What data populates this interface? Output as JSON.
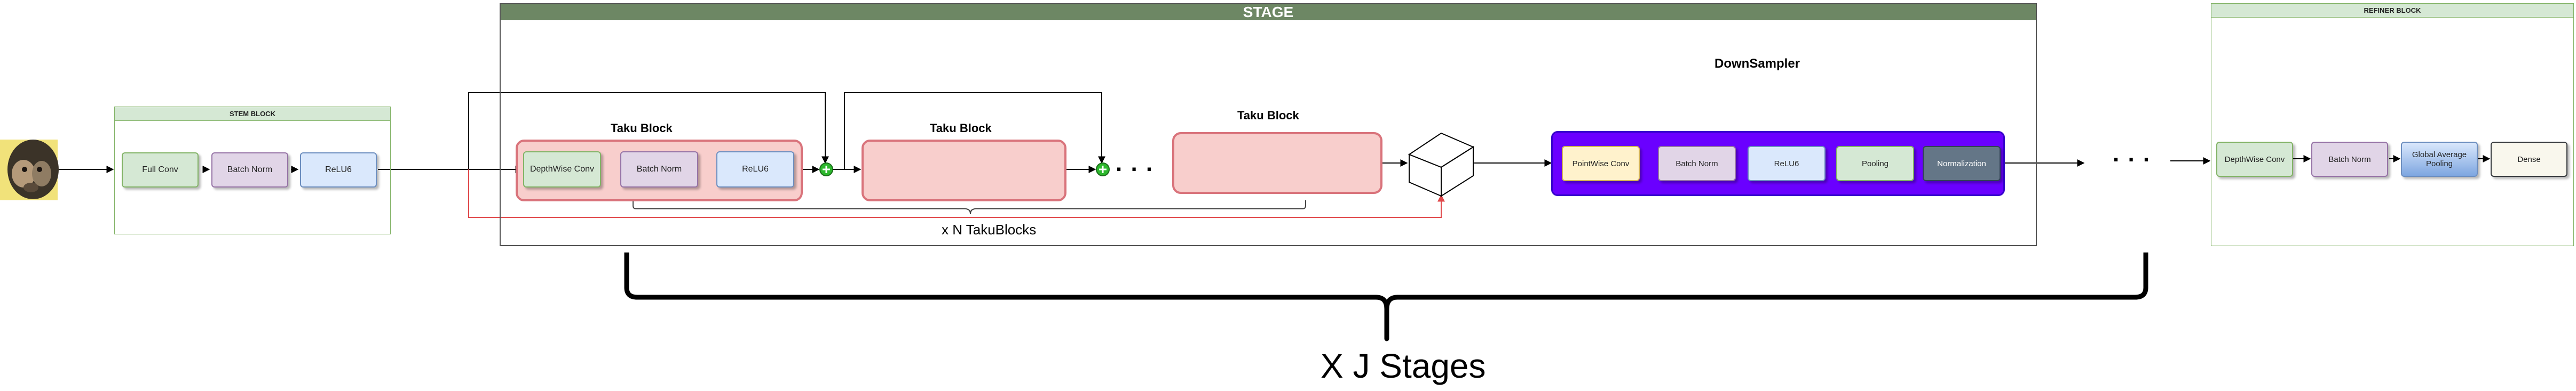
{
  "stem": {
    "title": "STEM BLOCK",
    "blocks": [
      "Full Conv",
      "Batch Norm",
      "ReLU6"
    ]
  },
  "stage": {
    "title": "STAGE",
    "taku_block_title": "Taku Block",
    "taku_inner": [
      "DepthWise Conv",
      "Batch Norm",
      "ReLU6"
    ],
    "ellipsis": ". . .",
    "repeat_label": "x N TakuBlocks"
  },
  "downsampler": {
    "title": "DownSampler",
    "blocks": [
      "PointWise Conv",
      "Batch Norm",
      "ReLU6",
      "Pooling",
      "Normalization"
    ]
  },
  "between_ellipsis": ". . .",
  "refiner": {
    "title": "REFINER BLOCK",
    "blocks": [
      "DepthWise Conv",
      "Batch Norm",
      "Global Average Pooling",
      "Dense"
    ]
  },
  "stages_label": "X J Stages",
  "colors": {
    "stage_header": "#6d8764",
    "frame_header": "#d5e8d4",
    "taku_block_fill": "#f8cecc",
    "taku_block_border": "#b85450",
    "downsampler_fill": "#6a00ff",
    "add_node": "#2db82d",
    "skip_line": "#e0484a"
  }
}
